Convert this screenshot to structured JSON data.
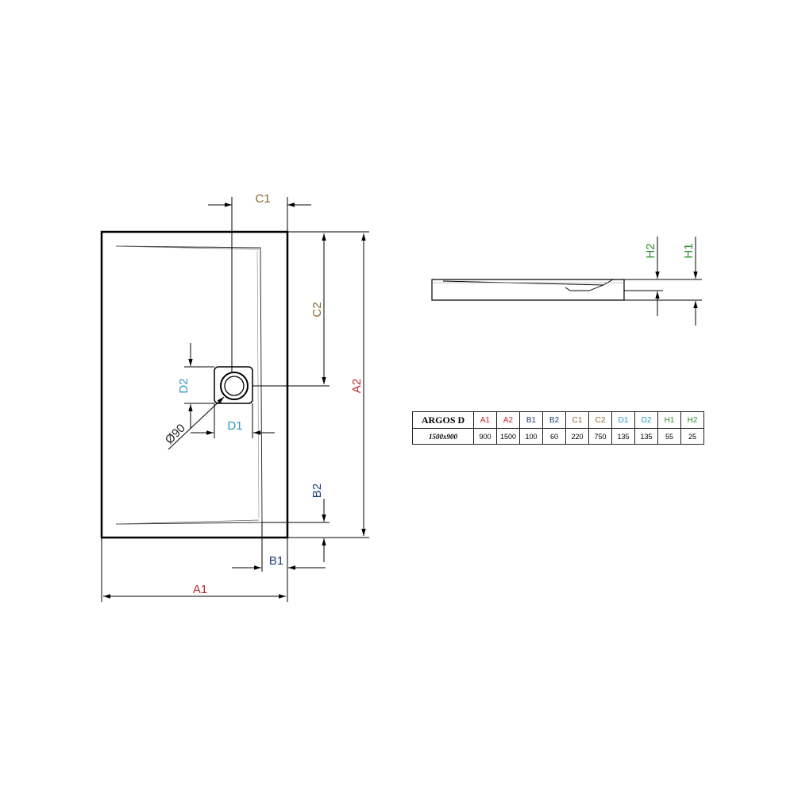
{
  "labels": {
    "A1": "A1",
    "A2": "A2",
    "B1": "B1",
    "B2": "B2",
    "C1": "C1",
    "C2": "C2",
    "D1": "D1",
    "D2": "D2",
    "H1": "H1",
    "H2": "H2",
    "diameter": "Ø90"
  },
  "colors": {
    "A1": "#c0262c",
    "A2": "#c0262c",
    "B1": "#1f3d7a",
    "B2": "#1f3d7a",
    "C1": "#8a6a2e",
    "C2": "#8a6a2e",
    "D1": "#2d95c9",
    "D2": "#2d95c9",
    "H1": "#2f8f2f",
    "H2": "#2f8f2f",
    "diameter": "#222222"
  },
  "table": {
    "model": "ARGOS D",
    "size": "1500x900",
    "headers": [
      "A1",
      "A2",
      "B1",
      "B2",
      "C1",
      "C2",
      "D1",
      "D2",
      "H1",
      "H2"
    ],
    "values": [
      "900",
      "1500",
      "100",
      "60",
      "220",
      "750",
      "135",
      "135",
      "55",
      "25"
    ]
  }
}
